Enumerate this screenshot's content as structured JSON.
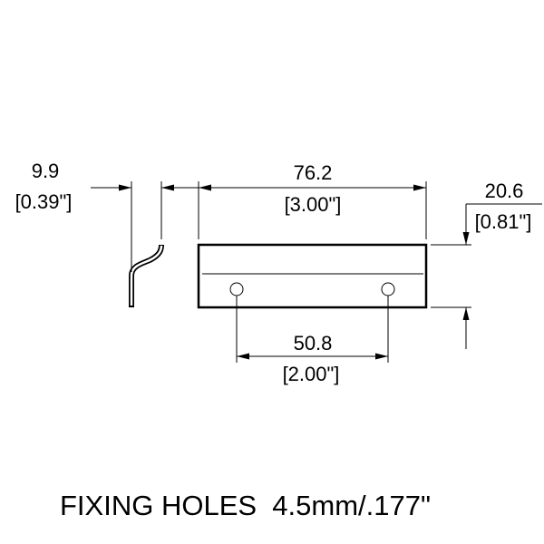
{
  "drawing": {
    "profile_dimension": {
      "mm": "9.9",
      "inch": "[0.39\"]"
    },
    "length_dimension": {
      "mm": "76.2",
      "inch": "[3.00\"]"
    },
    "height_dimension": {
      "mm": "20.6",
      "inch": "[0.81\"]"
    },
    "hole_spacing_dimension": {
      "mm": "50.8",
      "inch": "[2.00\"]"
    },
    "caption": "FIXING HOLES  4.5mm/.177\""
  }
}
